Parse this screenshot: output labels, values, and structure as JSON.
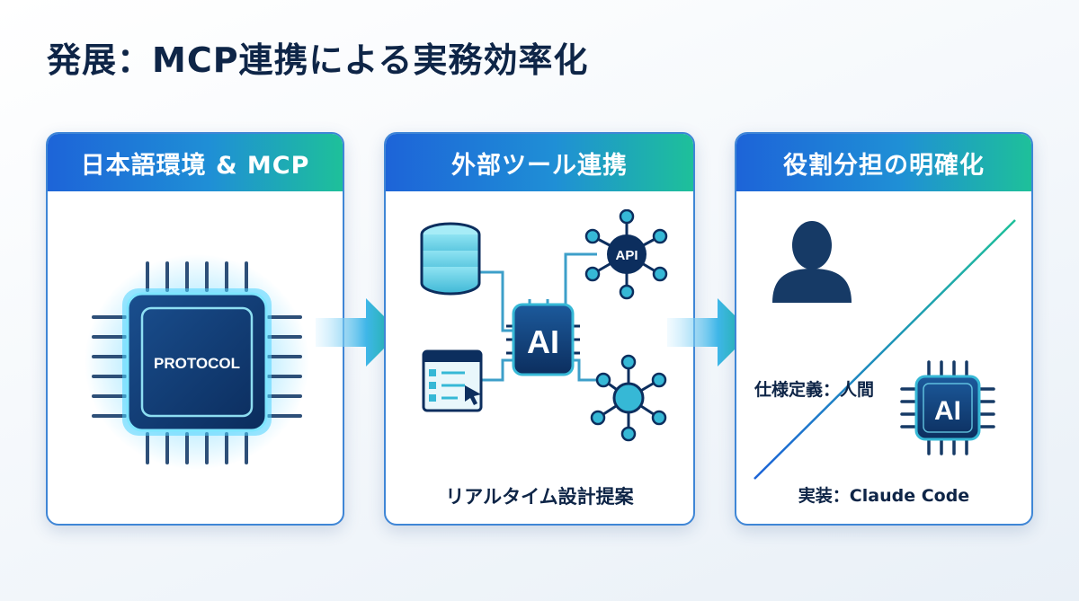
{
  "title": "発展：MCP連携による実務効率化",
  "colors": {
    "header_start": "#1d64d8",
    "header_end": "#1ec09a",
    "navy": "#0e2547",
    "chip_glow": "#38c8ff",
    "teal": "#36b8d6"
  },
  "panels": [
    {
      "header": "日本語環境 & MCP",
      "chip_label": "PROTOCOL"
    },
    {
      "header": "外部ツール連携",
      "hub_label": "AI",
      "api_label": "API",
      "caption": "リアルタイム設計提案",
      "icons": [
        "database-icon",
        "api-network-icon",
        "browser-window-icon",
        "network-node-icon"
      ]
    },
    {
      "header": "役割分担の明確化",
      "human_caption": "仕様定義：人間",
      "ai_chip_label": "AI",
      "ai_caption": "実装：Claude Code",
      "icons": [
        "person-icon",
        "ai-chip-icon"
      ]
    }
  ]
}
